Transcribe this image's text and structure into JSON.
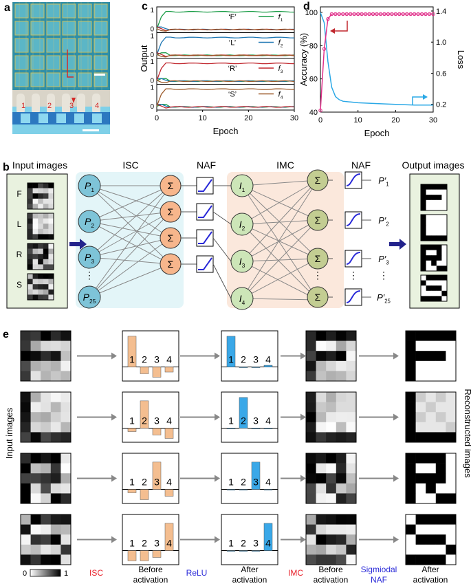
{
  "panels": {
    "a": "a",
    "b": "b",
    "c": "c",
    "d": "d",
    "e": "e"
  },
  "panel_a": {
    "labels": [
      "1",
      "2",
      "3",
      "4"
    ]
  },
  "panel_c": {
    "ylabel": "Output",
    "xlabel": "Epoch",
    "xticks": [
      "0",
      "10",
      "20",
      "30"
    ],
    "yticks": [
      "1",
      "0"
    ],
    "letters": [
      "‘F’",
      "‘L’",
      "‘R’",
      "‘S’"
    ],
    "legend": [
      {
        "name": "f",
        "sub": "1",
        "color": "#1a9c46"
      },
      {
        "name": "f",
        "sub": "2",
        "color": "#1f77b4"
      },
      {
        "name": "f",
        "sub": "3",
        "color": "#c0262d"
      },
      {
        "name": "f",
        "sub": "4",
        "color": "#9c5a2a"
      }
    ]
  },
  "panel_d": {
    "ylabel_left": "Accuracy (%)",
    "ylabel_right": "Loss",
    "xlabel": "Epoch",
    "xticks": [
      "0",
      "10",
      "20",
      "30"
    ],
    "yticks_left": [
      "40",
      "60",
      "80",
      "100"
    ],
    "yticks_right": [
      "0.2",
      "0.6",
      "1.0",
      "1.4"
    ],
    "accuracy_color": "#e0308a",
    "loss_color": "#2aa8e6"
  },
  "chart_data": [
    {
      "type": "line",
      "title": "",
      "xlabel": "Epoch",
      "ylabel": "Output",
      "xlim": [
        0,
        30
      ],
      "ylim": [
        0,
        1
      ],
      "series": [
        {
          "name": "f1",
          "values_desc": "rises to ~1 after epoch 2"
        },
        {
          "name": "f2",
          "values_desc": "rises to ~1 after epoch 2"
        },
        {
          "name": "f3",
          "values_desc": "rises to ~1 after epoch 2"
        },
        {
          "name": "f4",
          "values_desc": "rises to ~1 after epoch 2"
        }
      ]
    },
    {
      "type": "line",
      "title": "",
      "xlabel": "Epoch",
      "ylabel": "Accuracy (%)",
      "xlim": [
        0,
        30
      ],
      "ylim": [
        40,
        100
      ],
      "series": [
        {
          "name": "Accuracy",
          "x": [
            0,
            1,
            2,
            3,
            4,
            5,
            6,
            8,
            10,
            15,
            20,
            25,
            30
          ],
          "values": [
            41,
            78,
            96,
            99,
            99,
            99,
            99,
            99,
            99,
            99,
            99,
            99,
            99
          ]
        },
        {
          "name": "Loss",
          "x": [
            0,
            1,
            2,
            3,
            4,
            5,
            6,
            8,
            10,
            15,
            20,
            25,
            30
          ],
          "values": [
            1.38,
            1.25,
            0.75,
            0.42,
            0.3,
            0.26,
            0.24,
            0.23,
            0.22,
            0.21,
            0.2,
            0.19,
            0.19
          ]
        }
      ]
    }
  ],
  "panel_b": {
    "input_title": "Input images",
    "output_title": "Output images",
    "input_letters": [
      "F",
      "L",
      "R",
      "S"
    ],
    "sections": [
      "ISC",
      "NAF",
      "IMC",
      "NAF"
    ],
    "p_nodes": [
      {
        "n": "P",
        "s": "1"
      },
      {
        "n": "P",
        "s": "2"
      },
      {
        "n": "P",
        "s": "3"
      },
      {
        "n": "P",
        "s": "25"
      }
    ],
    "i_nodes": [
      {
        "n": "I",
        "s": "1"
      },
      {
        "n": "I",
        "s": "2"
      },
      {
        "n": "I",
        "s": "3"
      },
      {
        "n": "I",
        "s": "4"
      }
    ],
    "sum": "Σ",
    "out_labels": [
      {
        "n": "P′",
        "s": "1"
      },
      {
        "n": "P′",
        "s": "2"
      },
      {
        "n": "P′",
        "s": "3"
      },
      {
        "n": "P′",
        "s": "25"
      }
    ],
    "dots": "⋮"
  },
  "panel_e": {
    "left_label": "Input images",
    "right_label": "Reconstructed images",
    "bar_labels": [
      "1",
      "2",
      "3",
      "4"
    ],
    "before": [
      [
        0.9,
        -0.2,
        -0.3,
        -0.15
      ],
      [
        -0.1,
        0.8,
        -0.2,
        -0.3
      ],
      [
        -0.1,
        -0.3,
        0.8,
        -0.2
      ],
      [
        -0.3,
        -0.3,
        -0.2,
        0.8
      ]
    ],
    "after": [
      [
        0.9,
        0.0,
        0.0,
        0.05
      ],
      [
        0.0,
        0.9,
        0.0,
        0.0
      ],
      [
        0.0,
        0.0,
        0.8,
        0.0
      ],
      [
        0.0,
        0.0,
        0.0,
        0.8
      ]
    ],
    "bottom_labels": {
      "scale_min": "0",
      "scale_max": "1",
      "isc": "ISC",
      "before": "Before\nactivation",
      "relu": "ReLU",
      "after": "After\nactivation",
      "imc": "IMC",
      "before2": "Before\nactivation",
      "naf": "Sigmiodal\nNAF",
      "after2": "After\nactivation"
    },
    "colors": {
      "isc": "#e8202a",
      "relu": "#2a2ad8",
      "imc": "#e8202a",
      "naf": "#2a2ad8",
      "before_bar": "#f4be90",
      "after_bar": "#3aa8e8"
    }
  }
}
